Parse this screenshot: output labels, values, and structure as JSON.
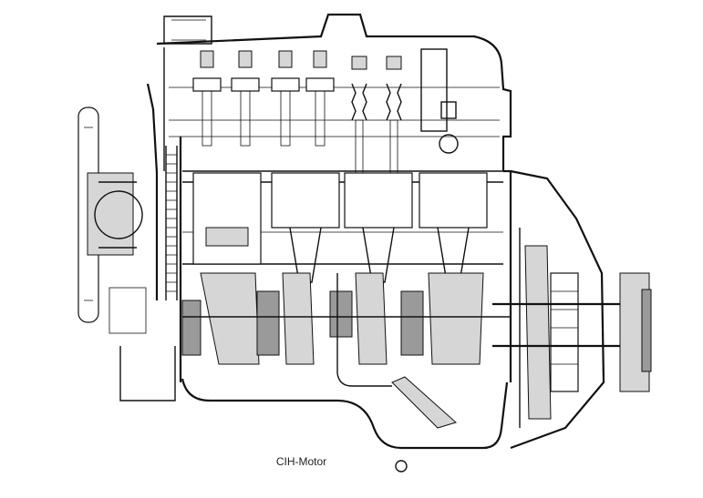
{
  "caption": "CIH-Motor",
  "drawing": {
    "subject": "engine-cutaway",
    "components": [
      "valve-cover",
      "rocker-arms",
      "oil-filler-neck",
      "fan",
      "timing-chain",
      "pistons",
      "connecting-rods",
      "crankshaft",
      "flywheel",
      "clutch",
      "oil-pan",
      "oil-pickup",
      "output-shaft"
    ]
  }
}
